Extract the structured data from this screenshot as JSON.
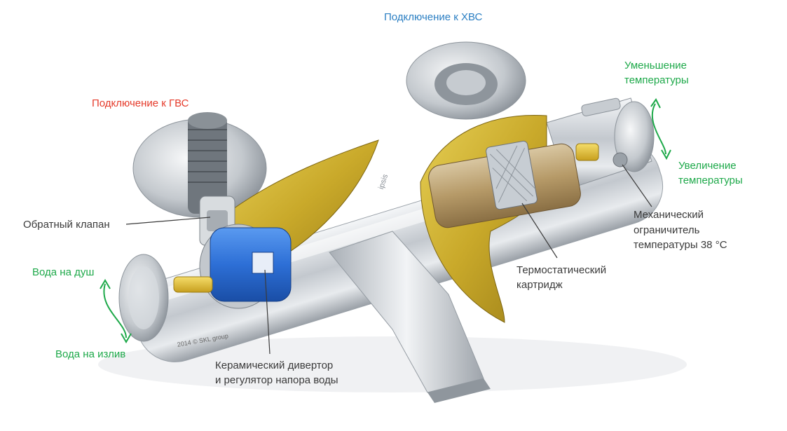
{
  "labels": {
    "cold_connection": "Подключение к ХВС",
    "hot_connection": "Подключение к ГВС",
    "temp_decrease_1": "Уменьшение",
    "temp_decrease_2": "температуры",
    "temp_increase_1": "Увеличение",
    "temp_increase_2": "температуры",
    "limiter_1": "Механический",
    "limiter_2": "ограничитель",
    "limiter_3": "температуры 38 °С",
    "thermo_cartridge_1": "Термостатический",
    "thermo_cartridge_2": "картридж",
    "check_valve": "Обратный клапан",
    "water_shower": "Вода на душ",
    "water_spout": "Вода на излив",
    "diverter_1": "Керамический дивертор",
    "diverter_2": "и регулятор напора воды",
    "copyright": "2014 © SKL group",
    "brand_mark": "ipsis"
  },
  "colors": {
    "cold_label": "#2b7fc3",
    "hot_label": "#e53a2a",
    "flow_label": "#1ea94a",
    "annotation": "#3a3a3a",
    "brass": "#d1b43a",
    "cartridge_blue": "#2e6fd8",
    "chrome": "#c9cdd2"
  }
}
